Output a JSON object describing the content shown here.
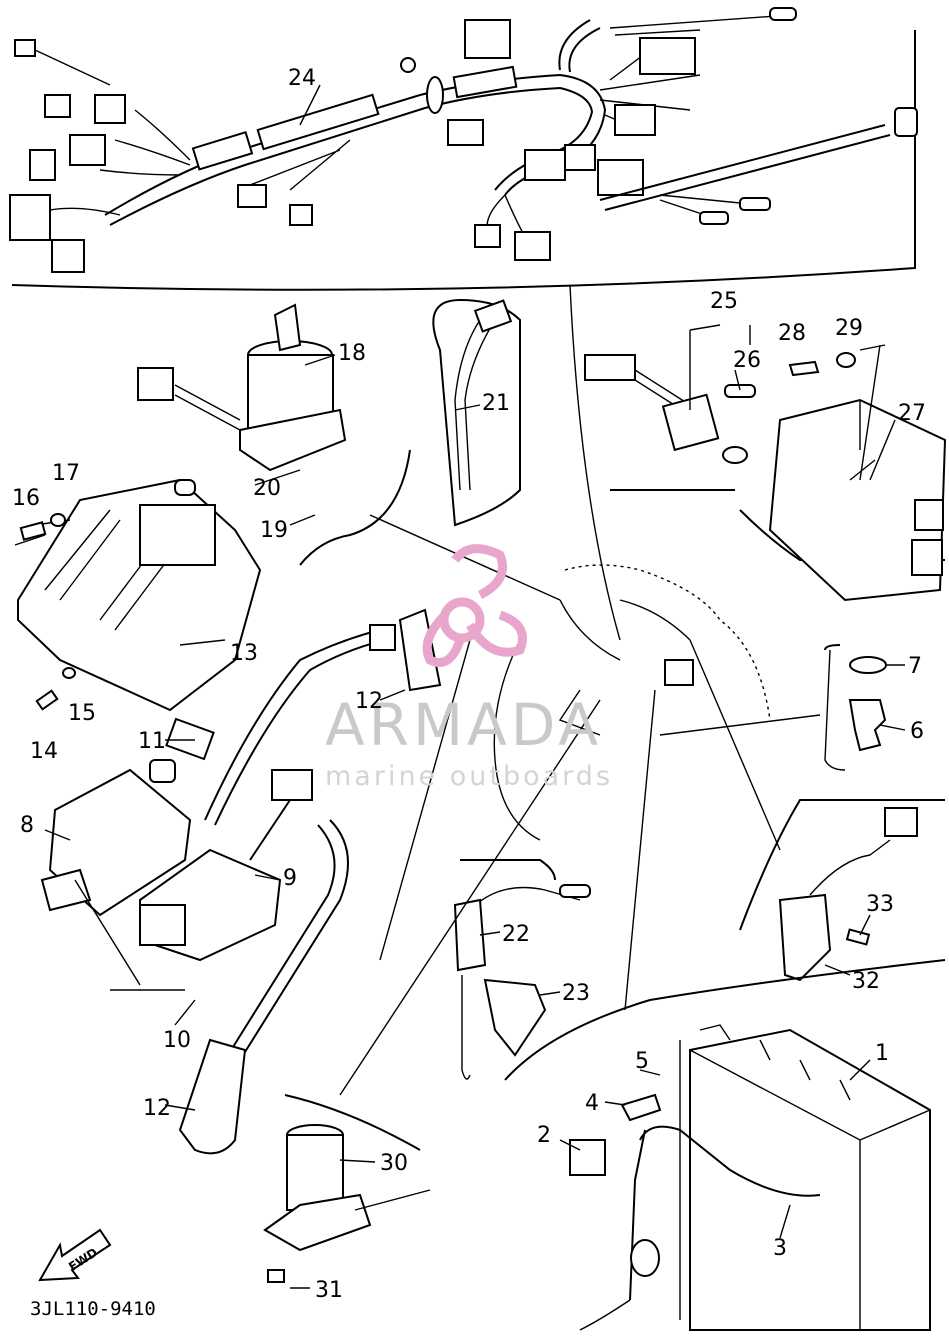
{
  "diagram_code": "3JL110-9410",
  "fwd_label": "FWD",
  "watermark": {
    "brand": "ARMADA",
    "tagline": "marine outboards",
    "logo_color": "#e9a6cc",
    "text_color": "#c9c9c9"
  },
  "callouts": {
    "c1": "1",
    "c2": "2",
    "c3": "3",
    "c4": "4",
    "c5": "5",
    "c6": "6",
    "c7": "7",
    "c8": "8",
    "c9": "9",
    "c10": "10",
    "c11": "11",
    "c12a": "12",
    "c12b": "12",
    "c13": "13",
    "c14": "14",
    "c15": "15",
    "c16": "16",
    "c17": "17",
    "c18": "18",
    "c19": "19",
    "c20": "20",
    "c21": "21",
    "c22": "22",
    "c23": "23",
    "c24": "24",
    "c25": "25",
    "c26": "26",
    "c27": "27",
    "c28": "28",
    "c29": "29",
    "c30": "30",
    "c31": "31",
    "c32": "32",
    "c33": "33"
  }
}
